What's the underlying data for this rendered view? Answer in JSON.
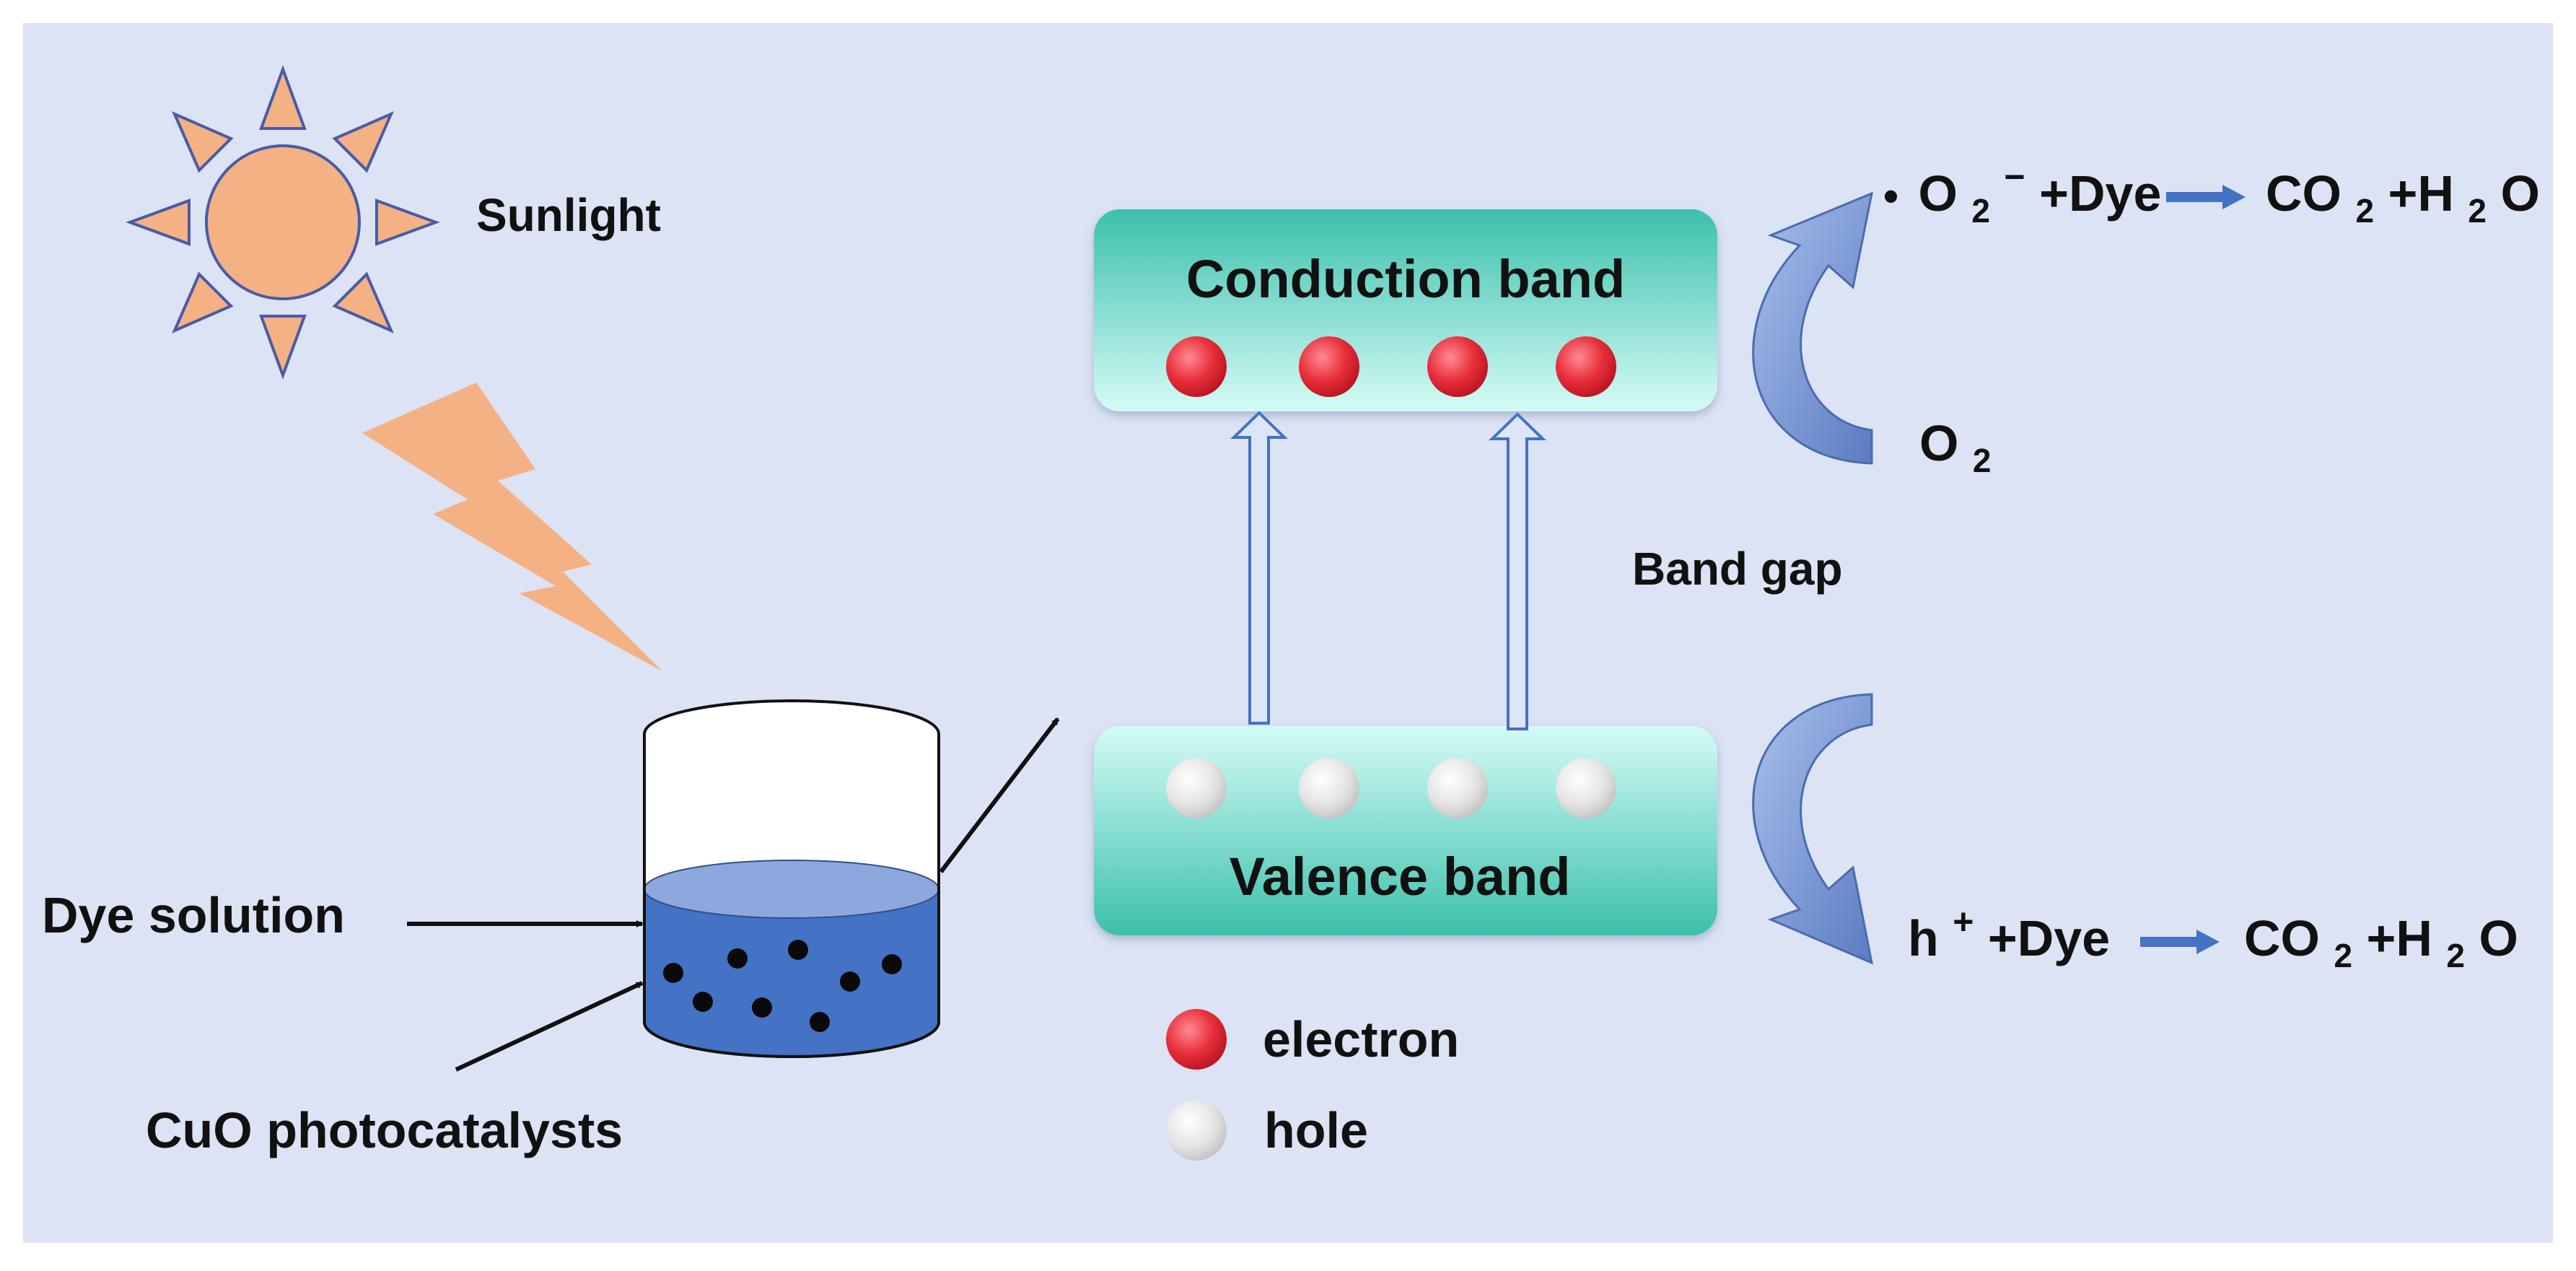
{
  "labels": {
    "sunlight": "Sunlight",
    "dye_solution": "Dye solution",
    "cuo_photocatalysts": "CuO photocatalysts",
    "conduction_band": "Conduction band",
    "valence_band": "Valence band",
    "band_gap": "Band gap"
  },
  "legend": {
    "electron": "electron",
    "hole": "hole"
  },
  "reactions": {
    "superoxide": {
      "radical_dot": "•",
      "o2_base": "O",
      "o2_sub": "2",
      "o2_charge": "−",
      "plus_dye": "+Dye",
      "product_co": "CO",
      "product_co_sub": "2",
      "product_plus_h": "+H",
      "product_h_sub": "2",
      "product_o": "O"
    },
    "oxygen": {
      "base": "O",
      "sub": "2"
    },
    "hole_reaction": {
      "h": "h",
      "h_charge": "+",
      "plus_dye": "+Dye",
      "product_co": "CO",
      "product_co_sub": "2",
      "product_plus_h": "+H",
      "product_h_sub": "2",
      "product_o": "O"
    }
  },
  "colors": {
    "background": "#dbe3f4",
    "sun_fill": "#f4b183",
    "sun_stroke": "#4a5aa8",
    "band_teal": "#3cc0ac",
    "band_light": "#d4fbf6",
    "electron": "#e8303c",
    "hole": "#dcdcdc",
    "solution": "#4472c4",
    "arrow_blue": "#4472c4",
    "curved_arrow": "#8faadc"
  },
  "icons": {
    "sun": "sun-icon",
    "lightning": "lightning-bolt-icon",
    "beaker": "beaker-icon"
  }
}
